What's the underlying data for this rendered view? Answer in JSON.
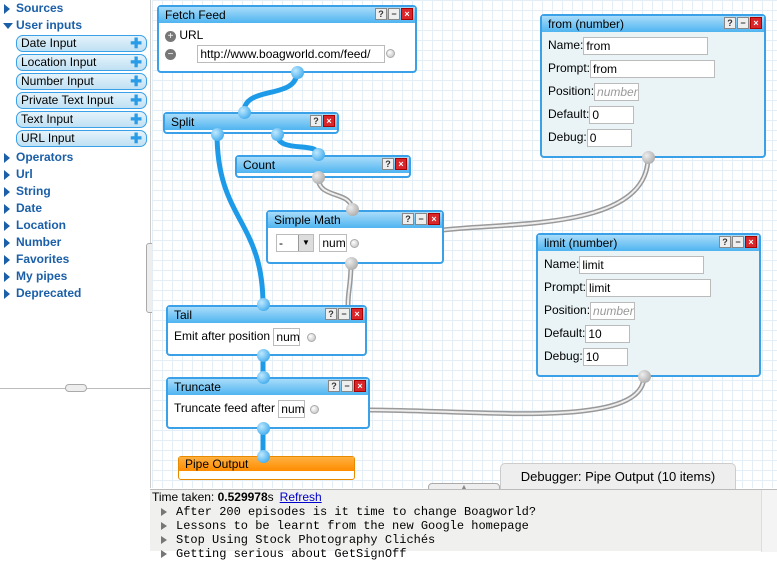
{
  "sidebar": {
    "categories": {
      "sources": "Sources",
      "user_inputs": "User inputs",
      "operators": "Operators",
      "url": "Url",
      "string": "String",
      "date": "Date",
      "location": "Location",
      "number": "Number",
      "favorites": "Favorites",
      "my_pipes": "My pipes",
      "deprecated": "Deprecated"
    },
    "user_input_items": [
      "Date Input",
      "Location Input",
      "Number Input",
      "Private Text Input",
      "Text Input",
      "URL Input"
    ]
  },
  "modules": {
    "fetch_feed": {
      "title": "Fetch Feed",
      "url_label": "URL",
      "url_value": "http://www.boagworld.com/feed/"
    },
    "split": {
      "title": "Split"
    },
    "count": {
      "title": "Count"
    },
    "simple_math": {
      "title": "Simple Math",
      "operator": "-",
      "operand_placeholder": "num"
    },
    "tail": {
      "title": "Tail",
      "label": "Emit after position",
      "placeholder": "num"
    },
    "truncate": {
      "title": "Truncate",
      "label": "Truncate feed after",
      "placeholder": "num"
    },
    "pipe_output": {
      "title": "Pipe Output"
    },
    "from_number": {
      "title": "from (number)",
      "name_label": "Name:",
      "name": "from",
      "prompt_label": "Prompt:",
      "prompt": "from",
      "position_label": "Position:",
      "position_placeholder": "number",
      "default_label": "Default:",
      "default": "0",
      "debug_label": "Debug:",
      "debug": "0"
    },
    "limit_number": {
      "title": "limit (number)",
      "name_label": "Name:",
      "name": "limit",
      "prompt_label": "Prompt:",
      "prompt": "limit",
      "position_label": "Position:",
      "position_placeholder": "number",
      "default_label": "Default:",
      "default": "10",
      "debug_label": "Debug:",
      "debug": "10"
    }
  },
  "module_buttons": {
    "help": "?",
    "minimize": "−",
    "close": "×"
  },
  "debugger": {
    "tab_label": "Debugger: Pipe Output (10 items)",
    "time_label": "Time taken:",
    "time_value": "0.529978",
    "time_unit": "s",
    "refresh": "Refresh",
    "items": [
      "After 200 episodes is it time to change Boagworld?",
      "Lessons to be learnt from the new Google homepage",
      "Stop Using Stock Photography Clichés",
      "Getting serious about GetSignOff"
    ]
  },
  "colors": {
    "module_border": "#3aa0e8",
    "output": "#ff8c00",
    "link": "#1a5fa8"
  }
}
